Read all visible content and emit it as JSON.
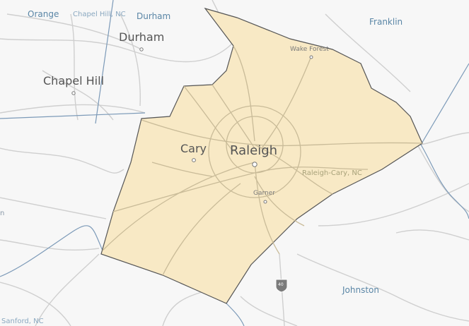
{
  "map": {
    "region_fill": "#f8e9c5",
    "region_stroke": "#555555",
    "road_color": "#bbbbbb",
    "boundary_color": "#6f8fb0",
    "labels": {
      "orange": "Orange",
      "chapel_hill_nc": "Chapel Hill, NC",
      "durham_upper": "Durham",
      "franklin": "Franklin",
      "durham_city": "Durham",
      "wake_forest": "Wake Forest",
      "chapel_hill": "Chapel Hill",
      "cary": "Cary",
      "raleigh": "Raleigh",
      "raleigh_cary_nc": "Raleigh-Cary, NC",
      "garner": "Garner",
      "interstate": "40",
      "johnston": "Johnston",
      "sanford_nc": "Sanford, NC",
      "left_edge": "n"
    }
  }
}
